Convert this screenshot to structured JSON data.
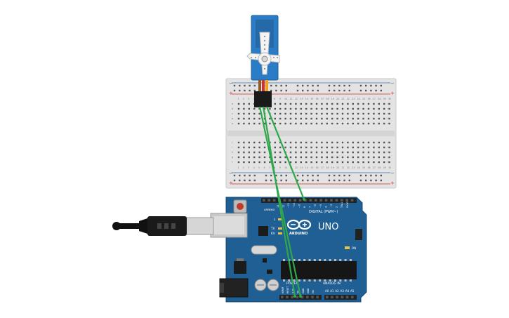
{
  "breadboard": {
    "rail_minus": "−",
    "rail_plus": "+",
    "col_numbers": [
      "1",
      "2",
      "3",
      "4",
      "5",
      "6",
      "7",
      "8",
      "9",
      "10",
      "11",
      "12",
      "13",
      "14",
      "15",
      "16",
      "17",
      "18",
      "19",
      "20",
      "21",
      "22",
      "23",
      "24",
      "25",
      "26",
      "27",
      "28",
      "29",
      "30"
    ],
    "row_letters_top": [
      "a",
      "b",
      "c",
      "d",
      "e"
    ],
    "row_letters_bottom": [
      "f",
      "g",
      "h",
      "i",
      "j"
    ]
  },
  "arduino": {
    "brand": "ARDUINO",
    "model": "UNO",
    "digital_label": "DIGITAL (PWM~)",
    "power_label": "POWER",
    "analog_label": "ANALOG IN",
    "on_label": "ON",
    "l_label": "L",
    "tx_label": "TX",
    "rx_label": "RX",
    "aref_label": "AREF",
    "gnd_label": "GND",
    "digital_pins": [
      "13",
      "12",
      "~11",
      "~10",
      "~9",
      "8",
      "7",
      "~6",
      "~5",
      "4",
      "~3",
      "2",
      "TX▸1",
      "RX◂0"
    ],
    "power_pins": [
      "IOREF",
      "RESET",
      "3.3V",
      "5V",
      "GND",
      "GND",
      "Vin"
    ],
    "analog_pins": [
      "A0",
      "A1",
      "A2",
      "A3",
      "A4",
      "A5"
    ]
  },
  "colors": {
    "board_blue": "#1f5f93",
    "wire_green": "#2ea84a",
    "breadboard": "#e6e6e6",
    "rail_red": "#d42a2a",
    "rail_blue": "#3a6fb5",
    "servo_blue": "#2b7cc6"
  }
}
